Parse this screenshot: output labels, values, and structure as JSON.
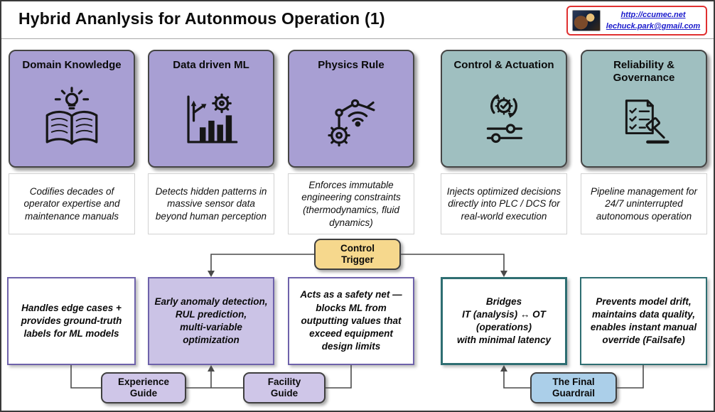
{
  "header": {
    "title": "Hybrid Ananlysis for Autonmous Operation (1)",
    "credit_url": "http://ccumec.net",
    "credit_email": "lechuck.park@gmail.com"
  },
  "cards": [
    {
      "title": "Domain Knowledge",
      "icon": "open-book-lightbulb",
      "description": "Codifies decades of\noperator expertise and\nmaintenance manuals"
    },
    {
      "title": "Data driven ML",
      "icon": "bar-chart-gear-arrows",
      "description": "Detects hidden patterns in\nmassive sensor data\nbeyond human perception"
    },
    {
      "title": "Physics Rule",
      "icon": "robot-arm-gear-signal",
      "description": "Enforces immutable\nengineering constraints\n(thermodynamics, fluid\ndynamics)"
    },
    {
      "title": "Control & Actuation",
      "icon": "gear-sync-sliders",
      "description": "Injects optimized decisions\ndirectly into PLC / DCS for\nreal-world execution"
    },
    {
      "title": "Reliability &\nGovernance",
      "icon": "checklist-gavel",
      "description": "Pipeline management for\n24/7 uninterrupted\nautonomous operation"
    }
  ],
  "flow": {
    "control_trigger_label": "Control\nTrigger",
    "role_boxes": [
      {
        "text": "Handles edge cases +\nprovides ground-truth\nlabels for ML models"
      },
      {
        "text": "Early anomaly detection,\nRUL prediction,\nmulti-variable\noptimization"
      },
      {
        "text": "Acts as a safety net —\nblocks ML from\noutputting values that\nexceed equipment\ndesign limits"
      },
      {
        "text": "Bridges\nIT (analysis) ↔ OT\n(operations)\nwith minimal latency"
      },
      {
        "text": "Prevents model drift,\nmaintains data quality,\nenables instant manual\noverride (Failsafe)"
      }
    ],
    "badges": [
      {
        "label": "Experience\nGuide"
      },
      {
        "label": "Facility\nGuide"
      },
      {
        "label": "The Final\nGuardrail"
      }
    ]
  },
  "colors": {
    "ml_card_fill": "#a89fd3",
    "ot_card_fill": "#9fbfc0",
    "control_trigger_fill": "#f6d88d",
    "guide_badge_fill": "#cfc6e8",
    "guardrail_badge_fill": "#abcfe9",
    "ml_border": "#6e62aa",
    "ot_border": "#2e6e72",
    "credit_border": "#e03030",
    "credit_text": "#1a1acc"
  }
}
